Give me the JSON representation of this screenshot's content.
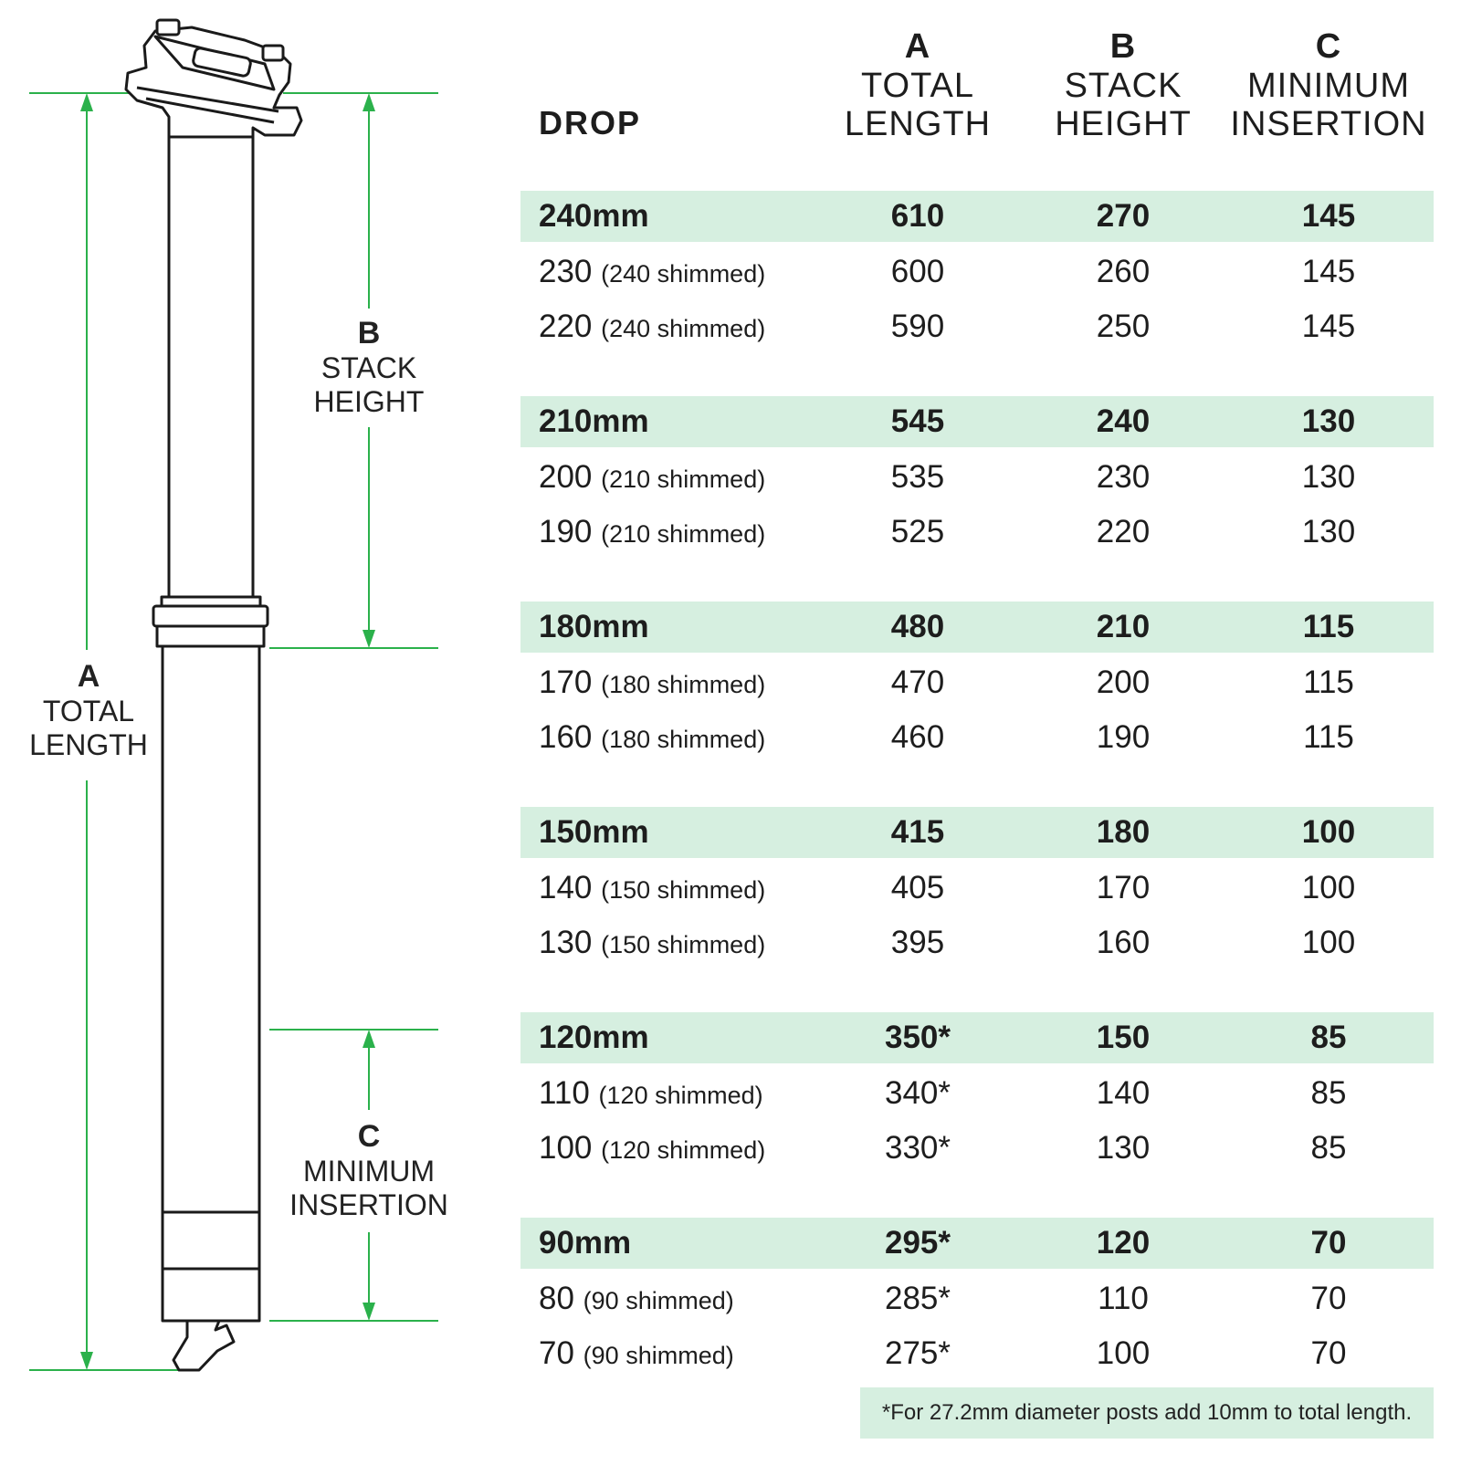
{
  "diagram": {
    "line_color": "#2bb14b",
    "labels": {
      "a": {
        "letter": "A",
        "line1": "TOTAL",
        "line2": "LENGTH"
      },
      "b": {
        "letter": "B",
        "line1": "STACK",
        "line2": "HEIGHT"
      },
      "c": {
        "letter": "C",
        "line1": "MINIMUM",
        "line2": "INSERTION"
      }
    }
  },
  "table": {
    "highlight_color": "#d6efe0",
    "headers": {
      "drop": "DROP",
      "a": {
        "letter": "A",
        "line1": "TOTAL",
        "line2": "LENGTH"
      },
      "b": {
        "letter": "B",
        "line1": "STACK",
        "line2": "HEIGHT"
      },
      "c": {
        "letter": "C",
        "line1": "MINIMUM",
        "line2": "INSERTION"
      }
    },
    "groups": [
      {
        "rows": [
          {
            "drop": "240mm",
            "note": "",
            "a": "610",
            "b": "270",
            "c": "145"
          },
          {
            "drop": "230",
            "note": "(240 shimmed)",
            "a": "600",
            "b": "260",
            "c": "145"
          },
          {
            "drop": "220",
            "note": "(240 shimmed)",
            "a": "590",
            "b": "250",
            "c": "145"
          }
        ]
      },
      {
        "rows": [
          {
            "drop": "210mm",
            "note": "",
            "a": "545",
            "b": "240",
            "c": "130"
          },
          {
            "drop": "200",
            "note": "(210 shimmed)",
            "a": "535",
            "b": "230",
            "c": "130"
          },
          {
            "drop": "190",
            "note": "(210 shimmed)",
            "a": "525",
            "b": "220",
            "c": "130"
          }
        ]
      },
      {
        "rows": [
          {
            "drop": "180mm",
            "note": "",
            "a": "480",
            "b": "210",
            "c": "115"
          },
          {
            "drop": "170",
            "note": "(180 shimmed)",
            "a": "470",
            "b": "200",
            "c": "115"
          },
          {
            "drop": "160",
            "note": "(180 shimmed)",
            "a": "460",
            "b": "190",
            "c": "115"
          }
        ]
      },
      {
        "rows": [
          {
            "drop": "150mm",
            "note": "",
            "a": "415",
            "b": "180",
            "c": "100"
          },
          {
            "drop": "140",
            "note": "(150 shimmed)",
            "a": "405",
            "b": "170",
            "c": "100"
          },
          {
            "drop": "130",
            "note": "(150 shimmed)",
            "a": "395",
            "b": "160",
            "c": "100"
          }
        ]
      },
      {
        "rows": [
          {
            "drop": "120mm",
            "note": "",
            "a": "350*",
            "b": "150",
            "c": "85"
          },
          {
            "drop": "110",
            "note": "(120 shimmed)",
            "a": "340*",
            "b": "140",
            "c": "85"
          },
          {
            "drop": "100",
            "note": "(120 shimmed)",
            "a": "330*",
            "b": "130",
            "c": "85"
          }
        ]
      },
      {
        "rows": [
          {
            "drop": "90mm",
            "note": "",
            "a": "295*",
            "b": "120",
            "c": "70"
          },
          {
            "drop": "80",
            "note": "(90 shimmed)",
            "a": "285*",
            "b": "110",
            "c": "70"
          },
          {
            "drop": "70",
            "note": "(90 shimmed)",
            "a": "275*",
            "b": "100",
            "c": "70"
          }
        ]
      }
    ],
    "footnote": "*For 27.2mm diameter posts add 10mm to total length."
  }
}
